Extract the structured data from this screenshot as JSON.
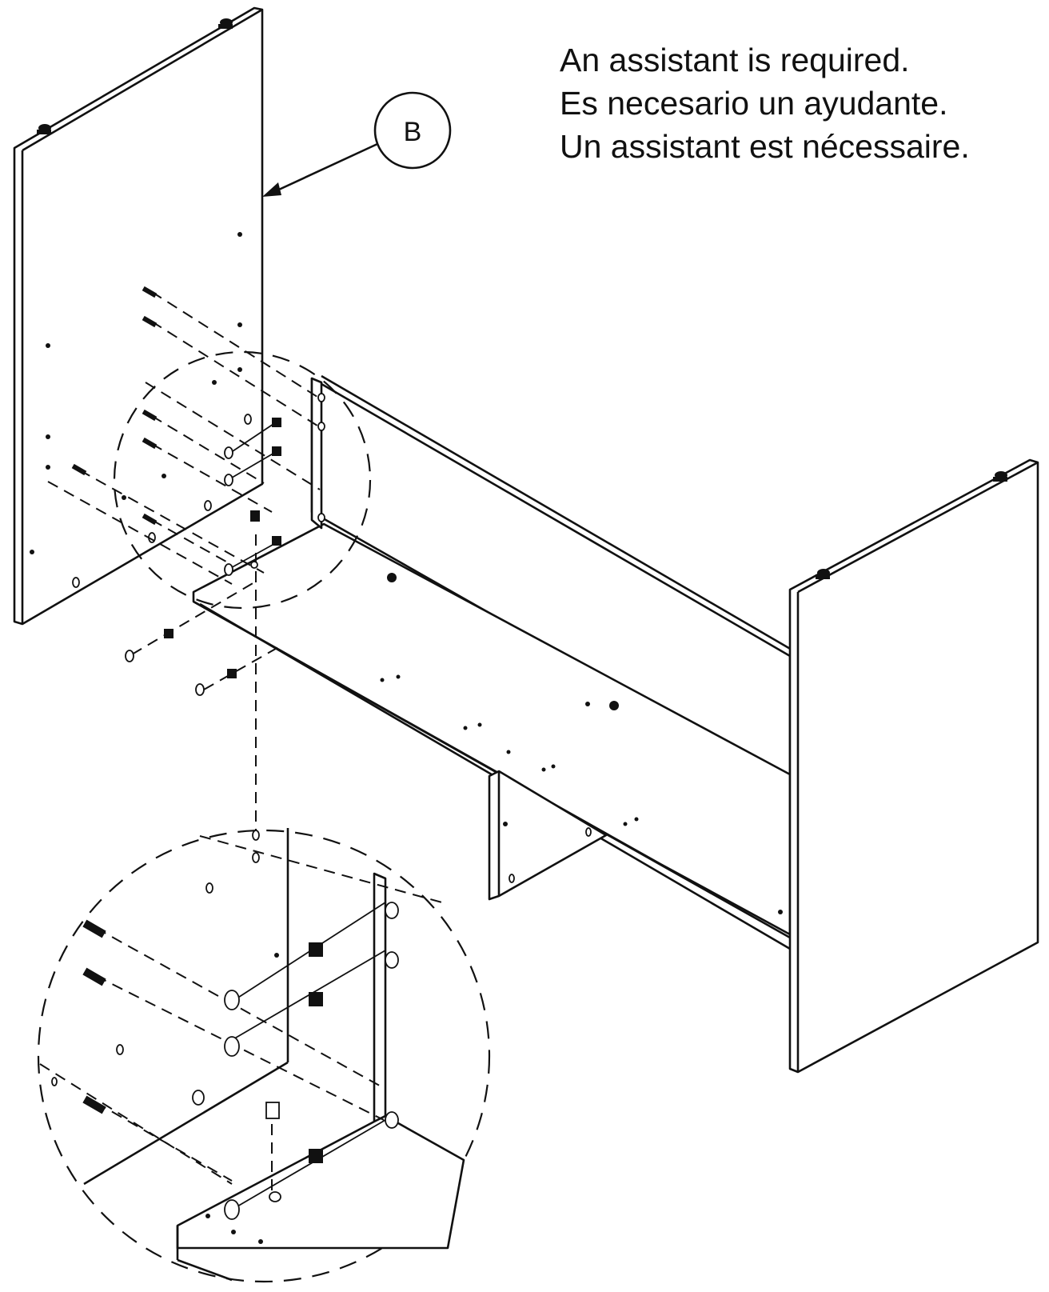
{
  "instructions": {
    "lines": [
      "An assistant is required.",
      "Es necesario un ayudante.",
      "Un assistant est nécessaire."
    ]
  },
  "callout": {
    "label": "B"
  }
}
